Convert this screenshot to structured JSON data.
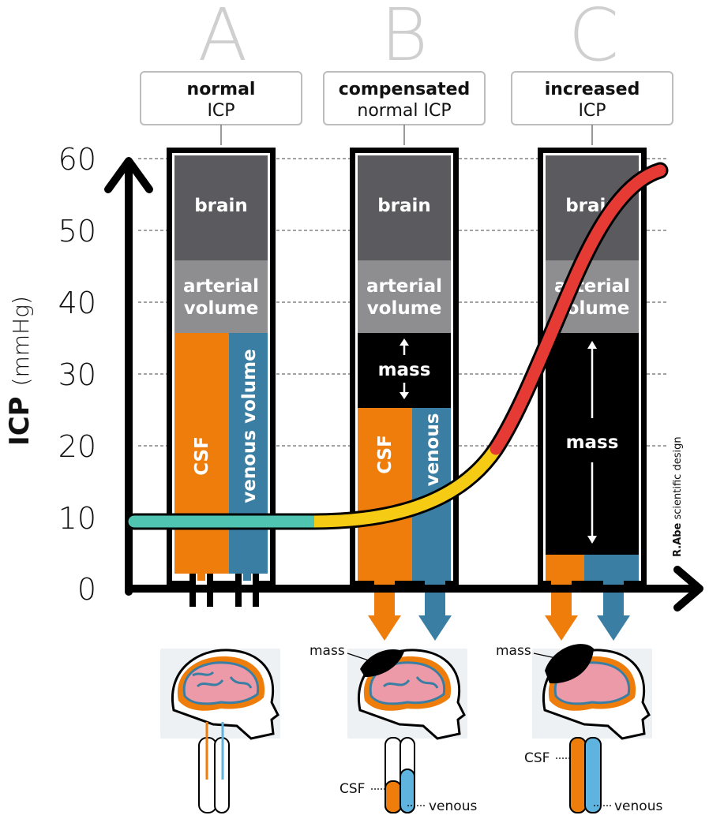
{
  "columns": [
    {
      "letter": "A",
      "title_line1": "normal",
      "title_line2": "ICP"
    },
    {
      "letter": "B",
      "title_line1": "compensated",
      "title_line2": "normal ICP"
    },
    {
      "letter": "C",
      "title_line1": "increased",
      "title_line2": "ICP"
    }
  ],
  "axis": {
    "ylabel_bold": "ICP",
    "ylabel_unit": "(mmHg)",
    "ticks": [
      "0",
      "10",
      "20",
      "30",
      "40",
      "50",
      "60"
    ]
  },
  "compartments": {
    "brain": "brain",
    "arterial_line1": "arterial",
    "arterial_line2": "volume",
    "csf": "CSF",
    "venous_volume": "venous volume",
    "venous": "venous",
    "mass": "mass"
  },
  "head_labels": {
    "mass_b": "mass",
    "mass_c": "mass",
    "csf_b": "CSF",
    "venous_b": "venous",
    "csf_c": "CSF",
    "venous_c": "venous"
  },
  "credit": {
    "bold": "R.Abe",
    "rest": " scientific design"
  },
  "colors": {
    "brain": "#5b5b5f",
    "arterial": "#8e8e90",
    "csf": "#ef7d0c",
    "venous": "#3a7fa3",
    "mass": "#000000",
    "curve_teal": "#4fc4b0",
    "curve_yellow": "#f5cc13",
    "curve_red": "#e53b34"
  }
}
